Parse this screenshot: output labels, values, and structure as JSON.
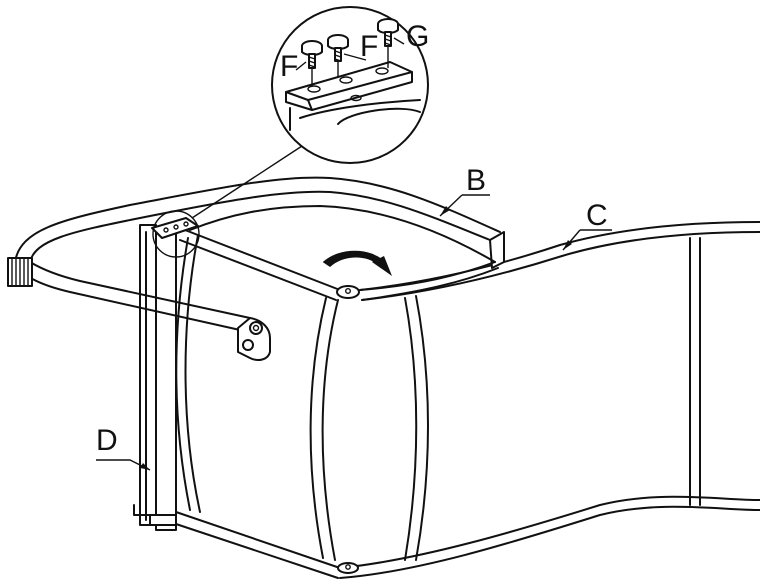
{
  "labels": {
    "screw_f_left": "F",
    "screw_f_right": "F",
    "screw_g": "G",
    "part_b": "B",
    "part_c": "C",
    "part_d": "D"
  },
  "colors": {
    "line": "#111111",
    "background": "#ffffff"
  }
}
